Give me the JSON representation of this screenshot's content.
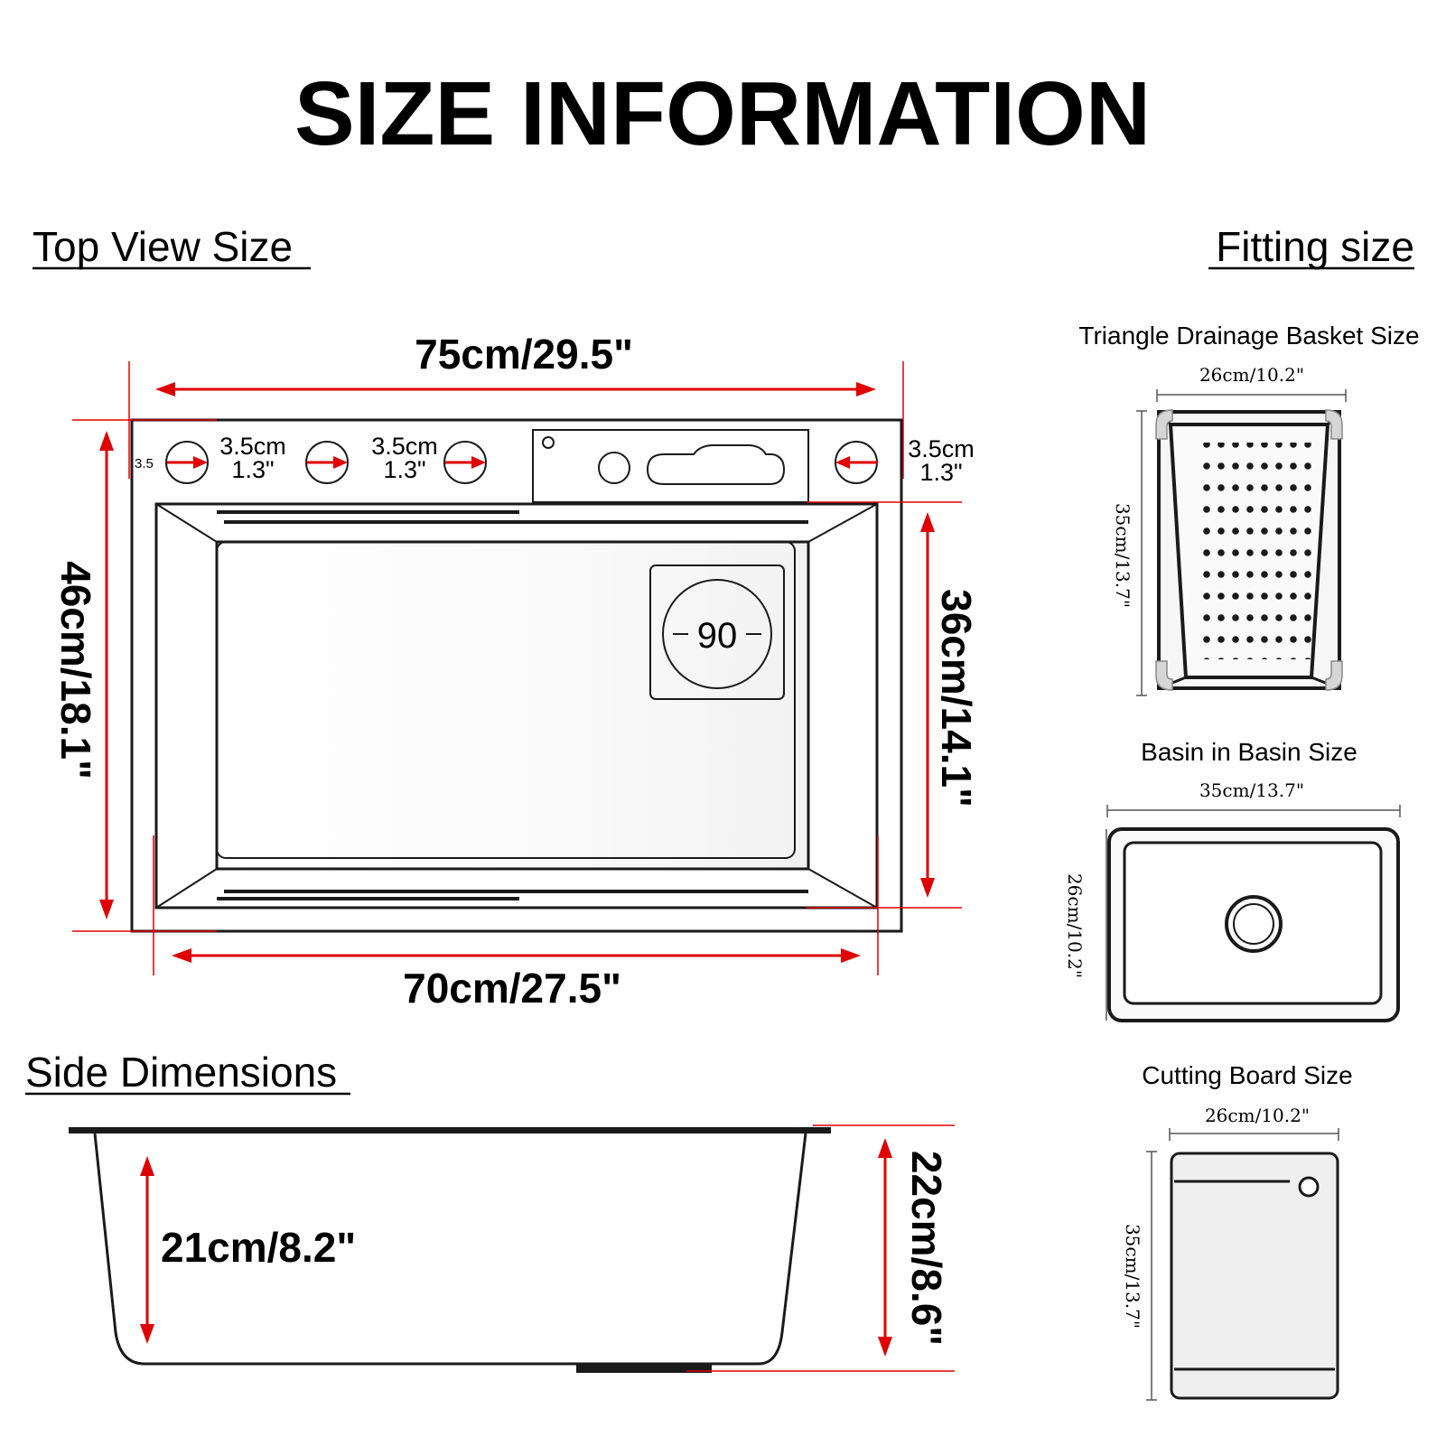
{
  "title": "SIZE INFORMATION",
  "sections": {
    "top_view": "Top View Size",
    "fitting": "Fitting size",
    "side": "Side Dimensions"
  },
  "top_view": {
    "overall_width": "75cm/29.5\"",
    "overall_depth": "46cm/18.1\"",
    "bowl_depth": "36cm/14.1\"",
    "bowl_width": "70cm/27.5\"",
    "edge_gap": "3.5",
    "hole_gap_1_cm": "3.5cm",
    "hole_gap_1_in": "1.3\"",
    "hole_gap_2_cm": "3.5cm",
    "hole_gap_2_in": "1.3\"",
    "hole_gap_3_cm": "3.5cm",
    "hole_gap_3_in": "1.3\"",
    "drain_label": "90"
  },
  "side": {
    "inner_height": "21cm/8.2\"",
    "outer_height": "22cm/8.6\""
  },
  "fittings": {
    "basket": {
      "title": "Triangle Drainage Basket Size",
      "width": "26cm/10.2\"",
      "length": "35cm/13.7\""
    },
    "basin": {
      "title": "Basin in Basin Size",
      "width": "35cm/13.7\"",
      "length": "26cm/10.2\""
    },
    "board": {
      "title": "Cutting Board Size",
      "width": "26cm/10.2\"",
      "length": "35cm/13.7\""
    }
  },
  "colors": {
    "dimension": "#e00000",
    "line": "#1a1a1a"
  }
}
